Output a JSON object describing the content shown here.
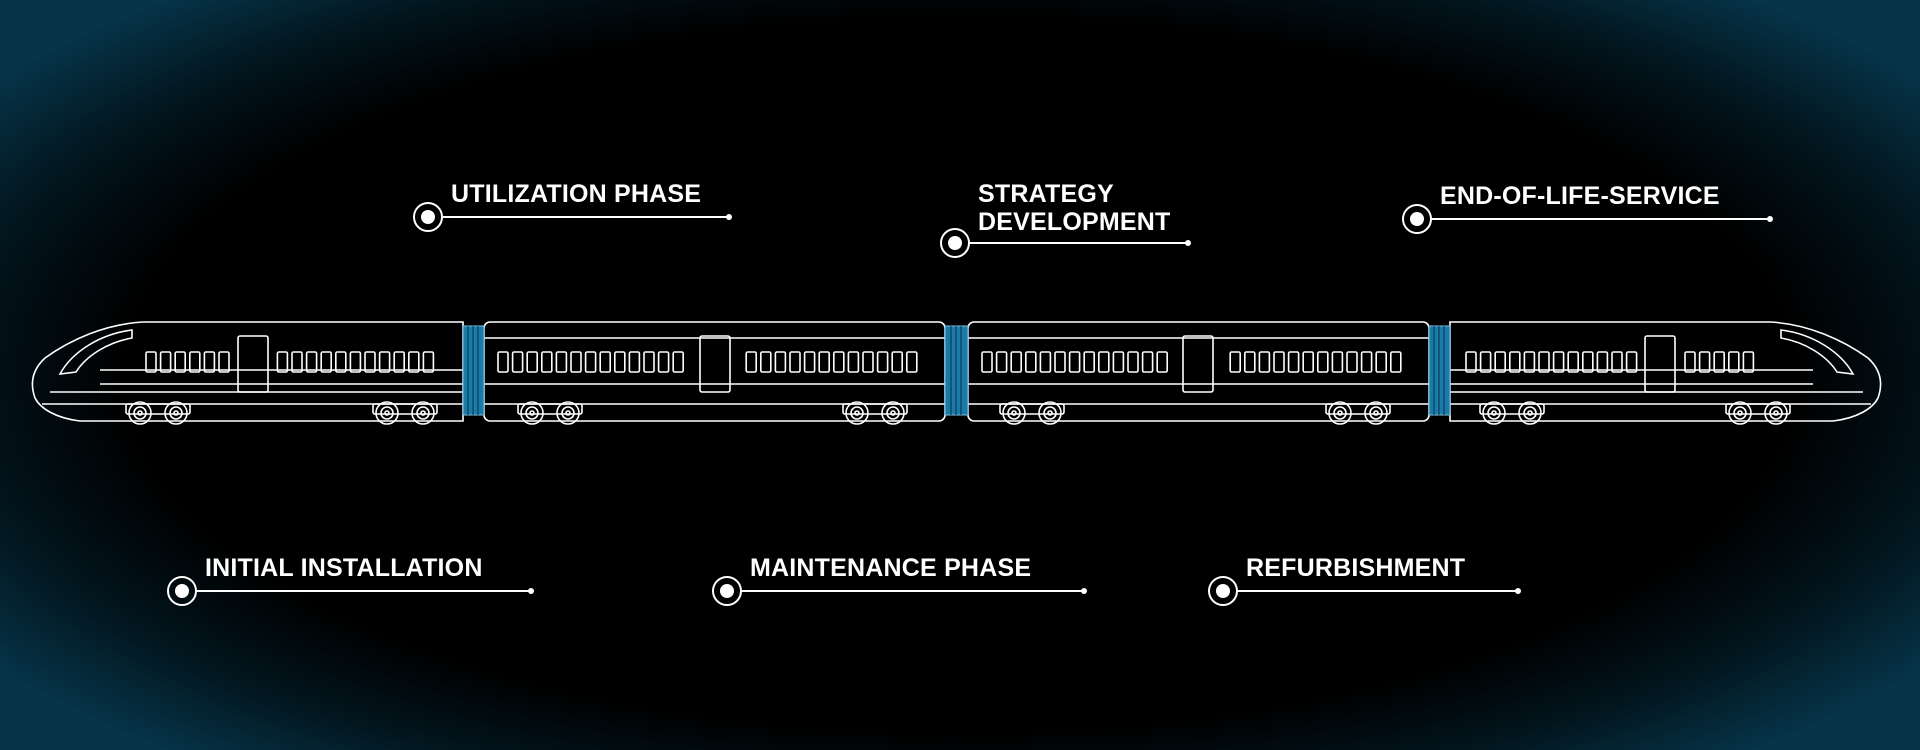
{
  "colors": {
    "background": "#000000",
    "edge_glow": "#06354a",
    "line_art": "#ffffff",
    "connector": "#1a7aa8"
  },
  "phases": [
    {
      "id": "utilization",
      "label": "UTILIZATION PHASE",
      "icon": "target-dot-icon"
    },
    {
      "id": "strategy",
      "label": "STRATEGY\nDEVELOPMENT",
      "icon": "target-dot-icon"
    },
    {
      "id": "end_of_life",
      "label": "END-OF-LIFE-SERVICE",
      "icon": "target-dot-icon"
    },
    {
      "id": "initial",
      "label": "INITIAL INSTALLATION",
      "icon": "target-dot-icon"
    },
    {
      "id": "maintenance",
      "label": "MAINTENANCE PHASE",
      "icon": "target-dot-icon"
    },
    {
      "id": "refurbishment",
      "label": "REFURBISHMENT",
      "icon": "target-dot-icon"
    }
  ]
}
